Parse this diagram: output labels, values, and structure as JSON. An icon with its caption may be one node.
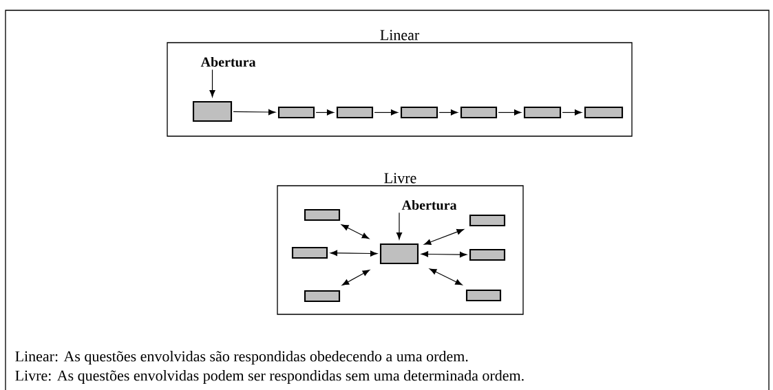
{
  "diagram": {
    "nodes": [
      {
        "text": [
          "Linear"
        ]
      },
      {
        "text": [
          "Abertura"
        ],
        "in": 0
      },
      {
        "text": [],
        "shape": "box",
        "in": 0
      },
      {
        "text": [],
        "shape": "box",
        "in": 0
      },
      {
        "text": [],
        "shape": "box",
        "in": 0
      },
      {
        "text": [],
        "shape": "box",
        "in": 0
      },
      {
        "text": [],
        "shape": "box",
        "in": 0
      },
      {
        "text": [],
        "shape": "box",
        "in": 0
      },
      {
        "text": [],
        "shape": "box",
        "in": 0
      },
      {
        "text": [
          "Livre"
        ]
      },
      {
        "text": [
          "Abertura"
        ],
        "in": 9
      },
      {
        "text": [],
        "shape": "box",
        "in": 9
      },
      {
        "text": [],
        "shape": "box",
        "in": 9
      },
      {
        "text": [],
        "shape": "box",
        "in": 9
      },
      {
        "text": [],
        "shape": "box",
        "in": 9
      },
      {
        "text": [],
        "shape": "box",
        "in": 9
      },
      {
        "text": [],
        "shape": "box",
        "in": 9
      },
      {
        "text": [],
        "shape": "box",
        "in": 9
      }
    ],
    "edges": [
      {
        "from": 1,
        "to": 2,
        "arrow": "to"
      },
      {
        "from": 2,
        "to": 3,
        "arrow": "to"
      },
      {
        "from": 3,
        "to": 4,
        "arrow": "to"
      },
      {
        "from": 4,
        "to": 5,
        "arrow": "to"
      },
      {
        "from": 5,
        "to": 6,
        "arrow": "to"
      },
      {
        "from": 6,
        "to": 7,
        "arrow": "to"
      },
      {
        "from": 7,
        "to": 8,
        "arrow": "to"
      },
      {
        "from": 10,
        "to": 11,
        "arrow": "to"
      },
      {
        "from": 11,
        "to": 12,
        "arrow": "both"
      },
      {
        "from": 11,
        "to": 13,
        "arrow": "both"
      },
      {
        "from": 11,
        "to": 14,
        "arrow": "both"
      },
      {
        "from": 11,
        "to": 15,
        "arrow": "both"
      },
      {
        "from": 11,
        "to": 16,
        "arrow": "both"
      },
      {
        "from": 11,
        "to": 17,
        "arrow": "both"
      }
    ],
    "labels": [
      "Linear: As questões envolvidas são respondidas obedecendo a uma ordem.",
      "Livre: As questões envolvidas podem ser respondidas sem uma determinada ordem."
    ]
  }
}
